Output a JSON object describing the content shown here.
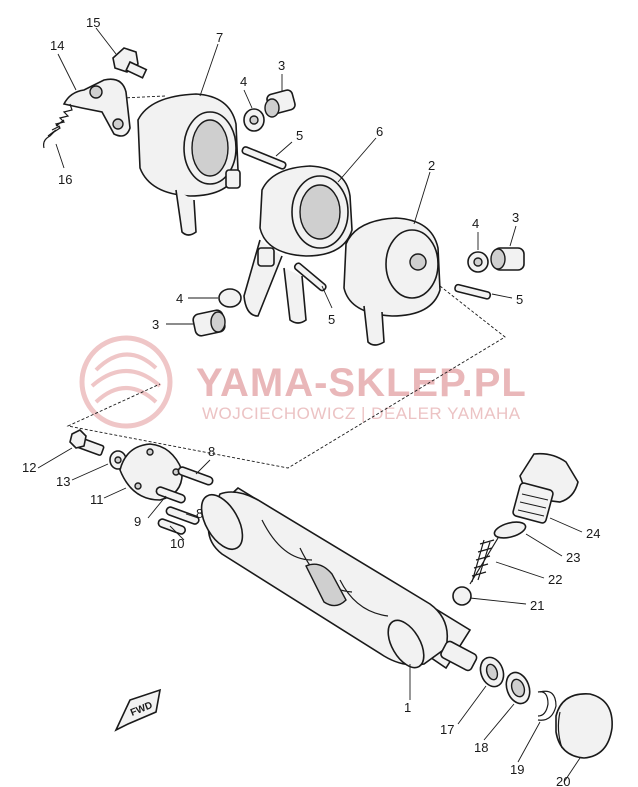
{
  "watermark": {
    "brand": "YAMA-SKLEP.PL",
    "tagline": "WOJCIECHOWICZ | DEALER YAMAHA",
    "color": "#e9b7b9"
  },
  "direction_tag": "FWD",
  "callouts": {
    "c1": "1",
    "c2": "2",
    "c3a": "3",
    "c3b": "3",
    "c3c": "3",
    "c4a": "4",
    "c4b": "4",
    "c4c": "4",
    "c5a": "5",
    "c5b": "5",
    "c5c": "5",
    "c6": "6",
    "c7": "7",
    "c8a": "8",
    "c8b": "8",
    "c9": "9",
    "c10": "10",
    "c11": "11",
    "c12": "12",
    "c13": "13",
    "c14": "14",
    "c15": "15",
    "c16": "16",
    "c17": "17",
    "c18": "18",
    "c19": "19",
    "c20": "20",
    "c21": "21",
    "c22": "22",
    "c23": "23",
    "c24": "24"
  }
}
